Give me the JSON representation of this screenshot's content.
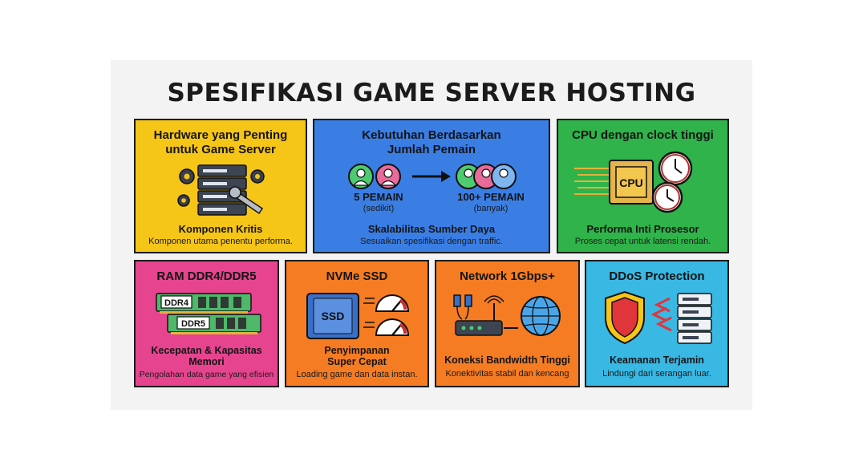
{
  "title": "SPESIFIKASI GAME SERVER HOSTING",
  "colors": {
    "yellow": "#f5c518",
    "blue": "#3a7ee4",
    "green": "#2fb34a",
    "pink": "#e6448f",
    "orange": "#f57c22",
    "cyan": "#38b8e3"
  },
  "cards": {
    "hardware": {
      "title_line1": "Hardware yang Penting",
      "title_line2": "untuk Game Server",
      "subtitle": "Komponen Kritis",
      "desc": "Komponen utama penentu performa.",
      "icon": "server-gears-wrench-icon"
    },
    "players": {
      "title_line1": "Kebutuhan Berdasarkan",
      "title_line2": "Jumlah Pemain",
      "left_label": "5 PEMAIN",
      "left_sub": "(sedikit)",
      "right_label": "100+ PEMAIN",
      "right_sub": "(banyak)",
      "subtitle": "Skalabilitas Sumber Daya",
      "desc": "Sesuaikan spesifikasi dengan traffic.",
      "icon": "users-arrow-icon"
    },
    "cpu": {
      "title": "CPU dengan clock tinggi",
      "chip_text": "CPU",
      "subtitle": "Performa Inti Prosesor",
      "desc": "Proses cepat untuk latensi rendah.",
      "icon": "cpu-clock-icon"
    },
    "ram": {
      "title": "RAM DDR4/DDR5",
      "stick1": "DDR4",
      "stick2": "DDR5",
      "subtitle_line1": "Kecepatan & Kapasitas",
      "subtitle_line2": "Memori",
      "desc": "Pengolahan data game yang efisien",
      "icon": "ram-sticks-icon"
    },
    "ssd": {
      "title": "NVMe SSD",
      "drive_text": "SSD",
      "subtitle_line1": "Penyimpanan",
      "subtitle_line2": "Super Cepat",
      "desc": "Loading game dan data instan.",
      "icon": "ssd-speedometer-icon"
    },
    "network": {
      "title": "Network 1Gbps+",
      "subtitle": "Koneksi Bandwidth Tinggi",
      "desc": "Konektivitas stabil dan kencang",
      "icon": "router-globe-icon"
    },
    "ddos": {
      "title": "DDoS Protection",
      "subtitle": "Keamanan Terjamin",
      "desc": "Lindungi dari serangan luar.",
      "icon": "shield-server-icon"
    }
  }
}
